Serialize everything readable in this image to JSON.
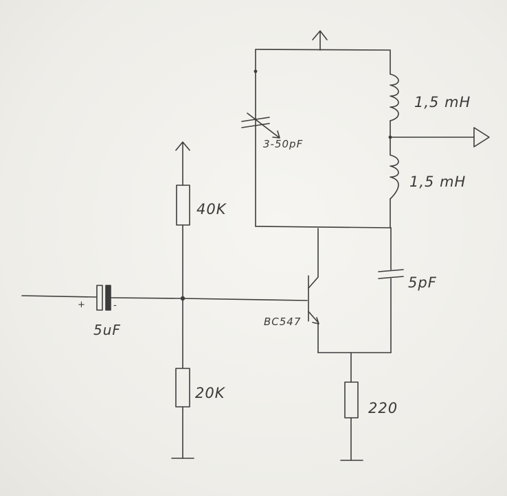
{
  "labels": {
    "r_top": "40K",
    "r_bottom": "20K",
    "r_emitter": "220",
    "c_input": "5uF",
    "c_input_plus": "+",
    "c_input_minus": "-",
    "c_variable": "3-50pF",
    "c_feedback": "5pF",
    "l_top": "1,5 mH",
    "l_bottom": "1,5 mH",
    "transistor": "BC547"
  }
}
